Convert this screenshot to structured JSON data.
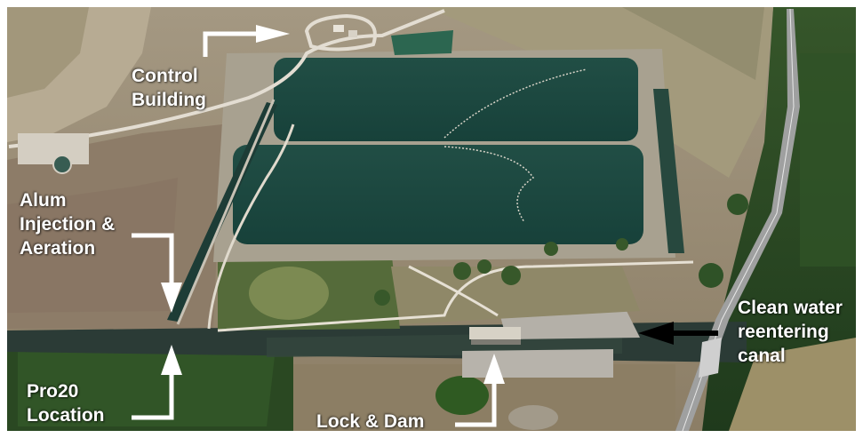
{
  "labels": {
    "control_building": [
      "Control",
      "Building"
    ],
    "alum_injection": [
      "Alum",
      "Injection &",
      "Aeration"
    ],
    "pro20_location": [
      "Pro20",
      "Location"
    ],
    "lock_dam": [
      "Lock & Dam"
    ],
    "clean_water": [
      "Clean water",
      "reentering",
      "canal"
    ]
  },
  "colors": {
    "label_text": "#ffffff",
    "arrow_white": "#ffffff",
    "arrow_black": "#000000",
    "pond_water": "#1c4a40",
    "vegetation": "#3c5a2a",
    "dry_ground": "#9a8a70",
    "canal_water": "#2a3c3a"
  },
  "icons": [
    "arrow-right-icon",
    "arrow-down-icon",
    "arrow-up-icon",
    "arrow-left-icon"
  ]
}
